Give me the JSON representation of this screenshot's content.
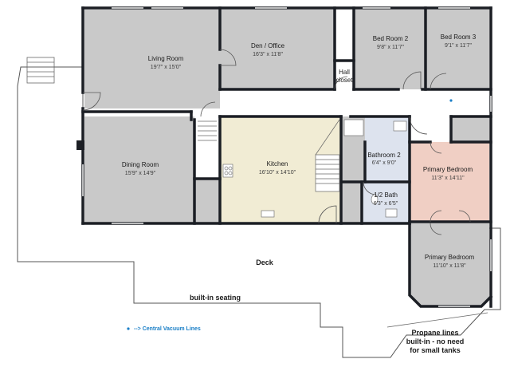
{
  "rooms": {
    "living": {
      "name": "Living Room",
      "dim": "19'7\" x 15'0\""
    },
    "den": {
      "name": "Den / Office",
      "dim": "16'3\" x 11'8\""
    },
    "bed2": {
      "name": "Bed Room 2",
      "dim": "9'8\" x 11'7\""
    },
    "bed3": {
      "name": "Bed Room 3",
      "dim": "9'1\" x 11'7\""
    },
    "hall_closet": {
      "name_line1": "Hall",
      "name_line2": "closet"
    },
    "dining": {
      "name": "Dining Room",
      "dim": "15'9\" x 14'9\""
    },
    "kitchen": {
      "name": "Kitchen",
      "dim": "16'10\" x 14'10\""
    },
    "bath2": {
      "name": "Bathroom 2",
      "dim": "6'4\" x 9'0\""
    },
    "half_bath": {
      "name": "1/2 Bath",
      "dim": "6'3\" x 6'5\""
    },
    "primary1": {
      "name": "Primary Bedroom",
      "dim": "11'3\" x 14'11\""
    },
    "primary2": {
      "name": "Primary Bedroom",
      "dim": "11'10\" x 11'8\""
    },
    "deck": {
      "name": "Deck"
    }
  },
  "annotations": {
    "seating": "built-in seating",
    "vacuum_legend": "-->  Central Vacuum Lines",
    "propane_line1": "Propane lines",
    "propane_line2": "built-in - no need",
    "propane_line3": "for small tanks"
  },
  "colors": {
    "room_fill": "#c9c9c9",
    "kitchen_fill": "#f1ecd4",
    "primary_fill": "#f0cfc4",
    "bath_fill": "#dde3ee",
    "deck_fill": "#ffffff",
    "wall": "#1b1e24",
    "vacuum_dot": "#1a7fc7"
  }
}
